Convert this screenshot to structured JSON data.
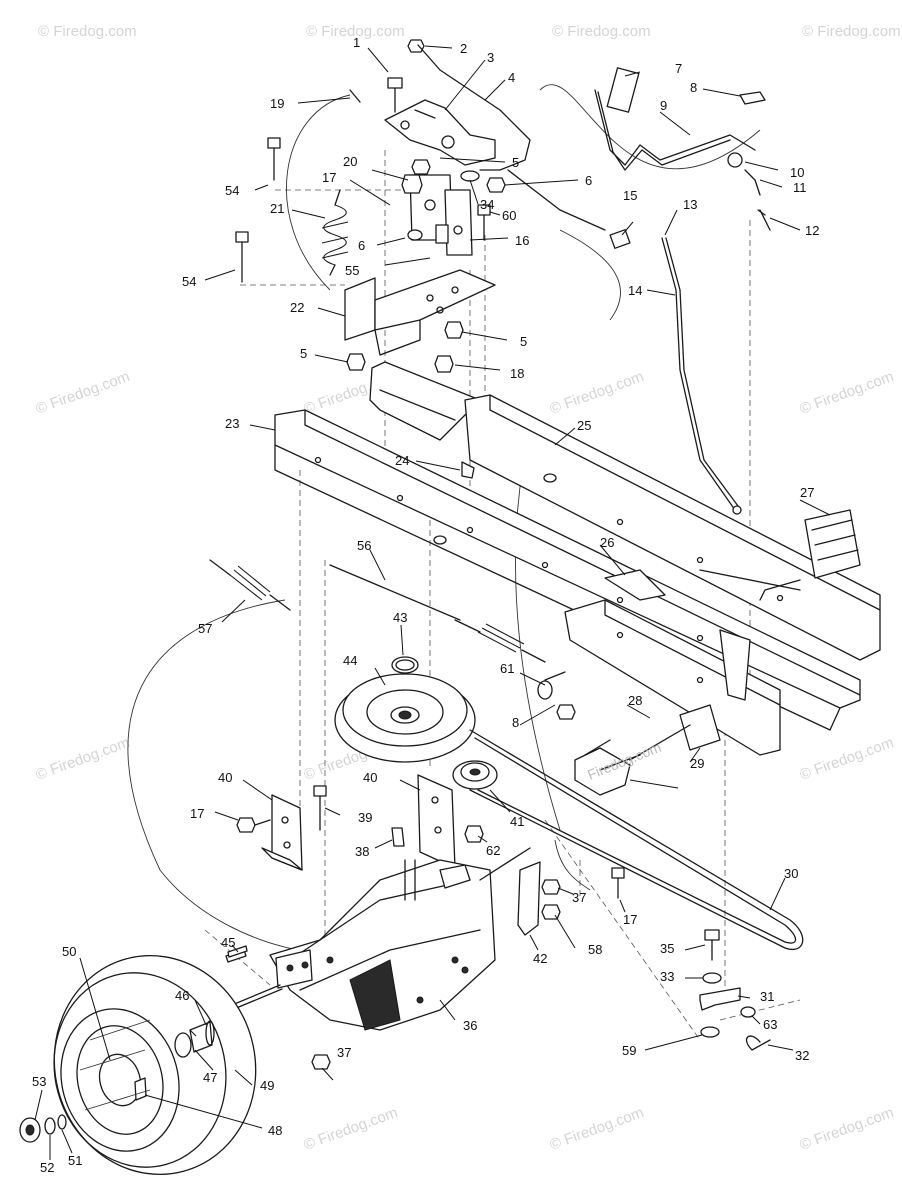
{
  "watermark": "© Firedog.com",
  "watermark_center": "Firedog.com",
  "callouts": {
    "c1": "1",
    "c2": "2",
    "c3": "3",
    "c4": "4",
    "c5a": "5",
    "c5b": "5",
    "c5c": "5",
    "c6a": "6",
    "c6b": "6",
    "c7": "7",
    "c8a": "8",
    "c8b": "8",
    "c9": "9",
    "c10": "10",
    "c11": "11",
    "c12": "12",
    "c13": "13",
    "c14": "14",
    "c15": "15",
    "c16": "16",
    "c17a": "17",
    "c17b": "17",
    "c17c": "17",
    "c18": "18",
    "c19": "19",
    "c20": "20",
    "c21": "21",
    "c22": "22",
    "c23": "23",
    "c24": "24",
    "c25": "25",
    "c26": "26",
    "c27": "27",
    "c28": "28",
    "c29": "29",
    "c30": "30",
    "c31": "31",
    "c32": "32",
    "c33": "33",
    "c34": "34",
    "c35": "35",
    "c36": "36",
    "c37a": "37",
    "c37b": "37",
    "c38": "38",
    "c39": "39",
    "c40a": "40",
    "c40b": "40",
    "c41": "41",
    "c42": "42",
    "c43": "43",
    "c44": "44",
    "c45": "45",
    "c46": "46",
    "c47": "47",
    "c48": "48",
    "c49": "49",
    "c50": "50",
    "c51": "51",
    "c52": "52",
    "c53": "53",
    "c54a": "54",
    "c54b": "54",
    "c55": "55",
    "c56": "56",
    "c57": "57",
    "c58": "58",
    "c59": "59",
    "c60": "60",
    "c61": "61",
    "c62": "62",
    "c63": "63"
  }
}
